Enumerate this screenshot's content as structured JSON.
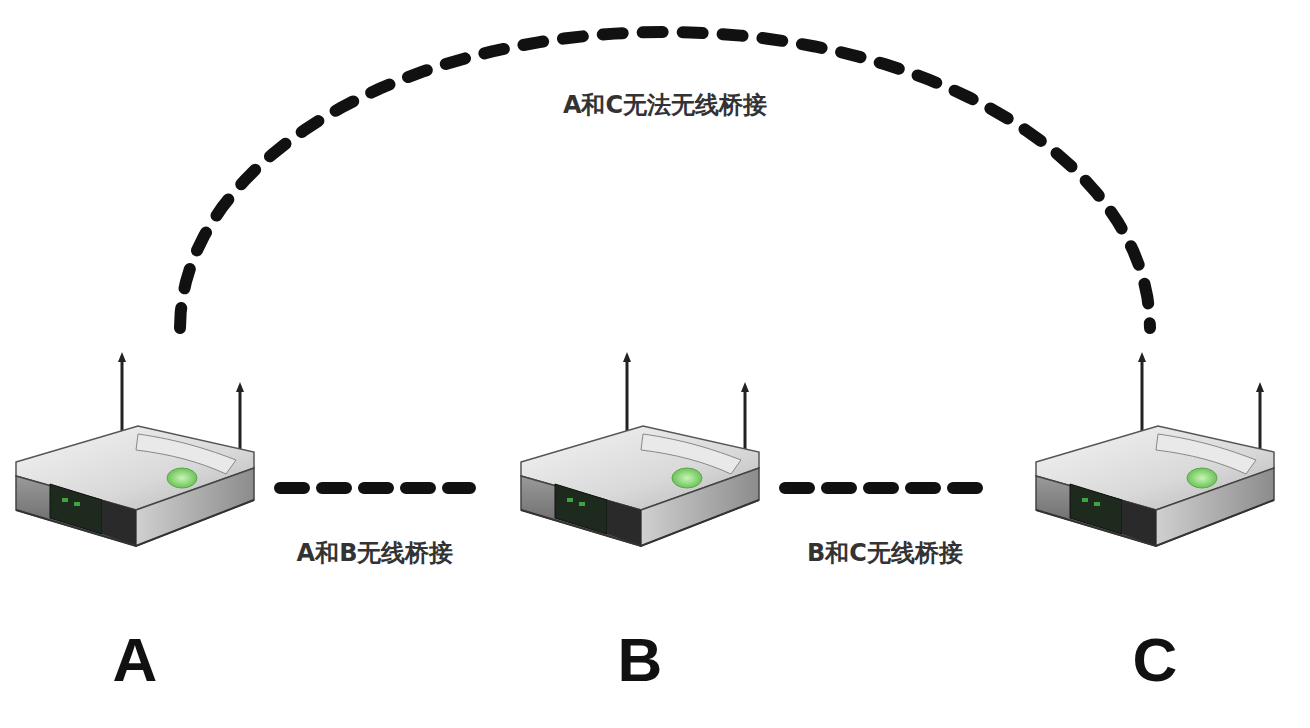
{
  "diagram": {
    "nodes": [
      {
        "text": [
          "A"
        ]
      },
      {
        "text": [
          "B"
        ]
      },
      {
        "text": [
          "C"
        ]
      }
    ],
    "edges": [
      {
        "from": 0,
        "to": 1,
        "arrow": "none",
        "label": "A和B无线桥接"
      },
      {
        "from": 1,
        "to": 2,
        "arrow": "none",
        "label": "B和C无线桥接"
      },
      {
        "from": 0,
        "to": 2,
        "arrow": "none",
        "label": "A和C无法无线桥接"
      }
    ]
  }
}
